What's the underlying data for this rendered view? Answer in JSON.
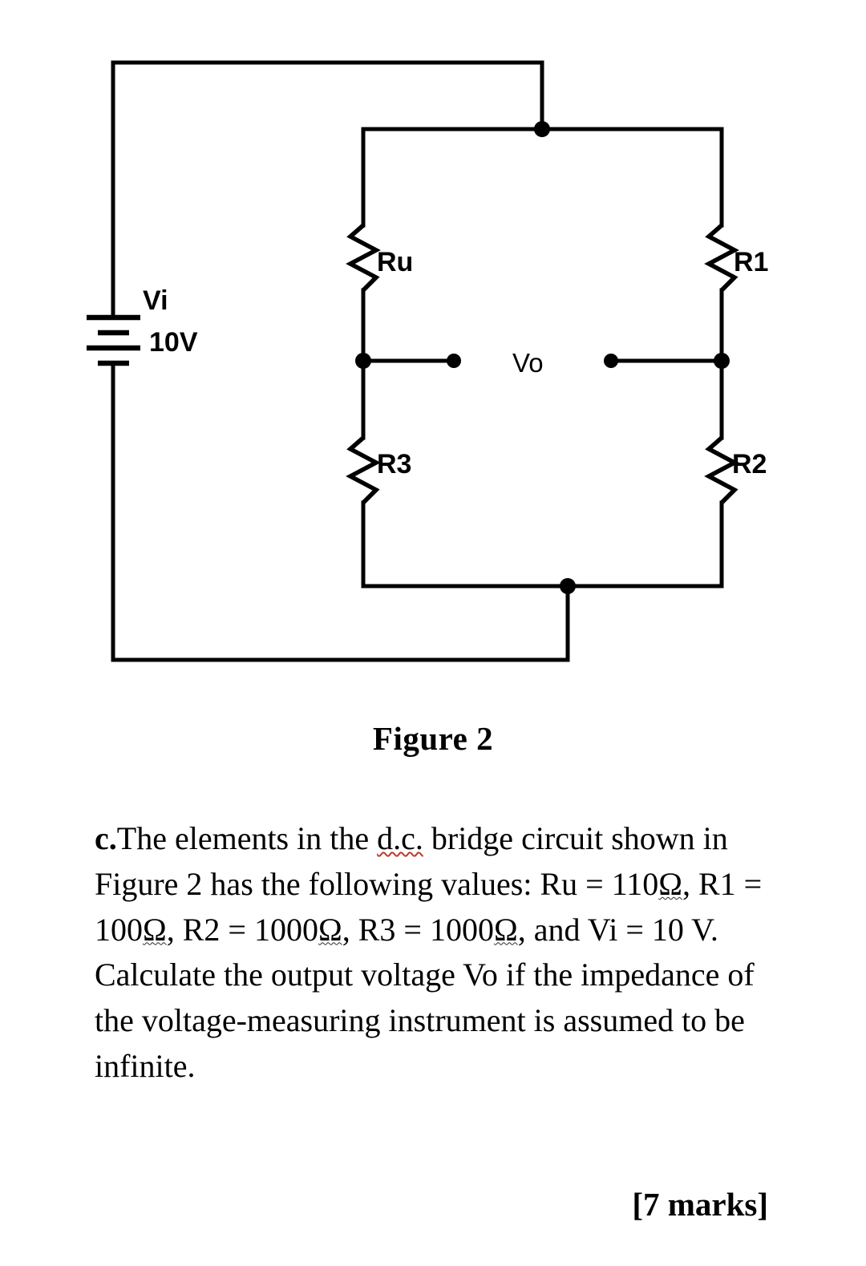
{
  "figure": {
    "caption": "Figure 2",
    "circuit_type": "dc-bridge",
    "source": {
      "label": "Vi",
      "value_label": "10V"
    },
    "output": {
      "label": "Vo"
    },
    "resistors": [
      {
        "id": "Ru",
        "label": "Ru",
        "position": "bridge-top-left"
      },
      {
        "id": "R1",
        "label": "R1",
        "position": "bridge-top-right"
      },
      {
        "id": "R3",
        "label": "R3",
        "position": "bridge-bottom-left"
      },
      {
        "id": "R2",
        "label": "R2",
        "position": "bridge-bottom-right"
      }
    ],
    "colors": {
      "wire": "#000000",
      "background": "#ffffff",
      "spellcheck_underline": "#c0392b"
    }
  },
  "question": {
    "marker": "c.",
    "text_parts": {
      "p1": "The elements in the ",
      "dc": "d.c.",
      "p2": " bridge circuit shown in Figure 2 has the following values: Ru = 110",
      "ohm1": "Ω",
      "p3": ", R1 = 100",
      "ohm2": "Ω",
      "p4": ", R2 = 1000",
      "ohm3": "Ω",
      "p5": ", R3 = 1000",
      "ohm4": "Ω",
      "p6": ", and Vi = 10 V. Calculate the output voltage Vo if the impedance of the voltage-measuring instrument is assumed to be infinite."
    },
    "full_text": "c. The elements in the d.c. bridge circuit shown in Figure 2 has the following values: Ru = 110Ω, R1 = 100Ω, R2 = 1000Ω, R3 = 1000Ω, and Vi = 10 V. Calculate the output voltage Vo if the impedance of the voltage-measuring instrument is assumed to be infinite.",
    "marks": "[7 marks]"
  }
}
